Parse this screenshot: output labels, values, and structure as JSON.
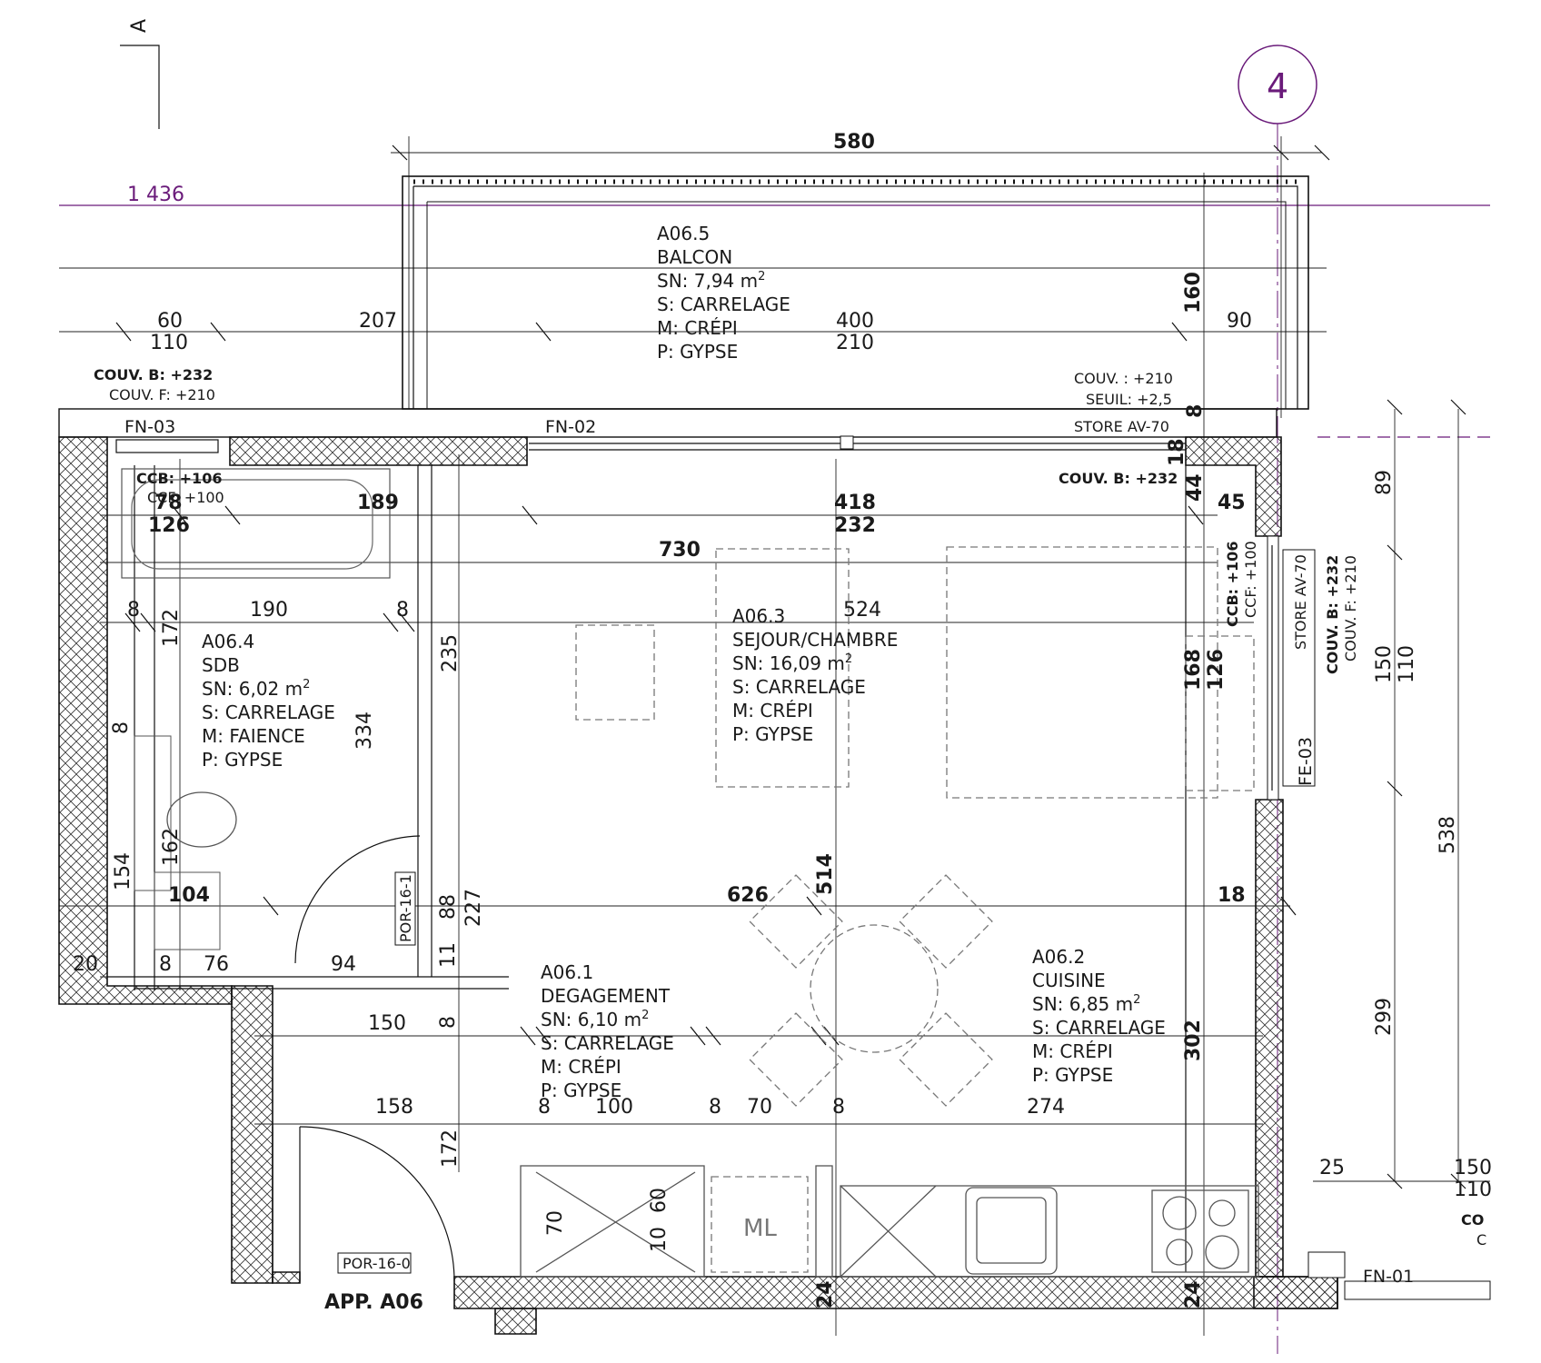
{
  "section_marker": "A",
  "axis_bubble": "4",
  "level": "1 436",
  "apartment_label": "APP. A06",
  "rooms": [
    {
      "code": "A06.5",
      "name": "BALCON",
      "area": "SN: 7,94 m",
      "sol": "S: CARRELAGE",
      "mur": "M: CRÉPI",
      "plafond": "P: GYPSE"
    },
    {
      "code": "A06.4",
      "name": "SDB",
      "area": "SN: 6,02 m",
      "sol": "S: CARRELAGE",
      "mur": "M: FAIENCE",
      "plafond": "P: GYPSE"
    },
    {
      "code": "A06.3",
      "name": "SEJOUR/CHAMBRE",
      "area": "SN: 16,09 m",
      "sol": "S: CARRELAGE",
      "mur": "M: CRÉPI",
      "plafond": "P: GYPSE"
    },
    {
      "code": "A06.1",
      "name": "DEGAGEMENT",
      "area": "SN: 6,10 m",
      "sol": "S: CARRELAGE",
      "mur": "M: CRÉPI",
      "plafond": "P: GYPSE"
    },
    {
      "code": "A06.2",
      "name": "CUISINE",
      "area": "SN: 6,85 m",
      "sol": "S: CARRELAGE",
      "mur": "M: CRÉPI",
      "plafond": "P: GYPSE"
    }
  ],
  "area_unit_sup": "2",
  "tags": {
    "fn03": "FN-03",
    "fn02": "FN-02",
    "fn01": "FN-01",
    "fe03": "FE-03",
    "por161": "POR-16-1",
    "por160": "POR-16-0",
    "ml": "ML",
    "store_right": "STORE AV-70",
    "store_top": "STORE AV-70"
  },
  "annotations": {
    "couv_b_232_left": "COUV. B: +232",
    "couv_f_210_left": "COUV. F: +210",
    "couv_210": "COUV. : +210",
    "seuil": "SEUIL: +2,5",
    "couv_b_232_mid": "COUV. B: +232",
    "ccb_106_left": "CCB: +106",
    "ccf_100_left": "CCF: +100",
    "ccb_106_right": "CCB: +106",
    "ccf_100_right": "CCF: +100",
    "couv_b_232_right": "COUV. B: +232",
    "couv_f_210_right": "COUV. F: +210",
    "cut_right_1": "CO",
    "cut_right_2": "C"
  },
  "dimensions": {
    "d580": "580",
    "d60": "60",
    "d110a": "110",
    "d207": "207",
    "d400": "400",
    "d210": "210",
    "d90": "90",
    "d160": "160",
    "d8a": "8",
    "d18a": "18",
    "d44": "44",
    "d45": "45",
    "d78": "78",
    "d126a": "126",
    "d189": "189",
    "d418": "418",
    "d232": "232",
    "d730": "730",
    "d8b": "8",
    "d190": "190",
    "d8c": "8",
    "d524": "524",
    "d172a": "172",
    "d235": "235",
    "d334": "334",
    "d8d": "8",
    "d168": "168",
    "d126b": "126",
    "d89": "89",
    "d150a": "150",
    "d110b": "110",
    "d538": "538",
    "d162": "162",
    "d154": "154",
    "d104": "104",
    "d88": "88",
    "d227": "227",
    "d626": "626",
    "d514": "514",
    "d18b": "18",
    "d11": "11",
    "d20": "20",
    "d8e": "8",
    "d76": "76",
    "d94": "94",
    "d150b": "150",
    "d8f": "8",
    "d299": "299",
    "d302": "302",
    "d158": "158",
    "d8g": "8",
    "d100": "100",
    "d8h": "8",
    "d70a": "70",
    "d8i": "8",
    "d274": "274",
    "d172b": "172",
    "d70b": "70",
    "d60b": "60",
    "d10": "10",
    "d24a": "24",
    "d24b": "24",
    "d25": "25",
    "d150c": "150",
    "d110c": "110"
  }
}
